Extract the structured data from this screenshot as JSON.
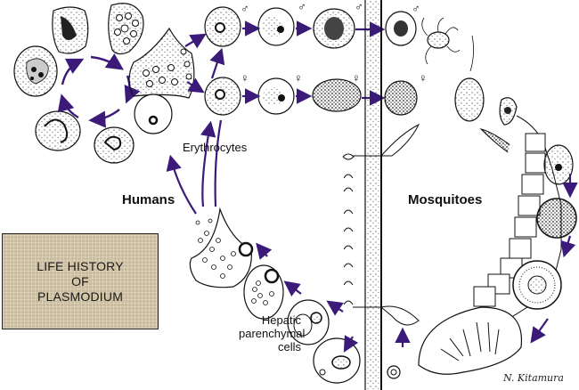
{
  "figure": {
    "title_box": {
      "lines": [
        "LIFE HISTORY",
        "OF",
        "PLASMODIUM"
      ]
    },
    "labels": {
      "humans": "Humans",
      "mosquitoes": "Mosquitoes",
      "erythrocytes": "Erythrocytes",
      "hepatic": [
        "Hepatic",
        "parenchymal",
        "cells"
      ]
    },
    "symbols": {
      "male": "♂",
      "female": "♀"
    },
    "signature": "N. Kitamura",
    "colors": {
      "arrow": "#3b1a7a",
      "title_box_bg": "#c9bb9e",
      "ink": "#1a1a1a"
    }
  }
}
